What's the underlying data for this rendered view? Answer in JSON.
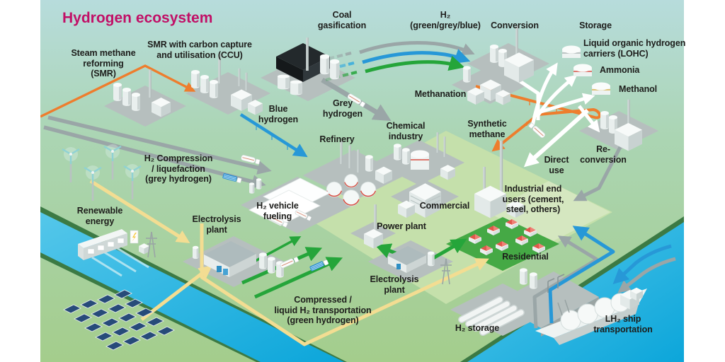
{
  "title": "Hydrogen ecosystem",
  "labels": {
    "smr": "Steam methane\nreforming\n(SMR)",
    "smr_ccu": "SMR with carbon capture\nand utilisation (CCU)",
    "coal": "Coal\ngasification",
    "h2_mix": "H₂\n(green/grey/blue)",
    "conversion": "Conversion",
    "storage": "Storage",
    "lohc": "Liquid organic hydrogen\ncarriers (LOHC)",
    "ammonia": "Ammonia",
    "methanol": "Methanol",
    "methanation": "Methanation",
    "blue_hydrogen": "Blue\nhydrogen",
    "grey_hydrogen": "Grey\nhydrogen",
    "refinery": "Refinery",
    "chemical": "Chemical\nindustry",
    "synthetic_methane": "Synthetic\nmethane",
    "h2_compression": "H₂ Compression\n/ liquefaction\n(grey hydrogen)",
    "direct_use": "Direct\nuse",
    "reconversion": "Re-\nconversion",
    "renewable": "Renewable\nenergy",
    "electrolysis_top": "Electrolysis\nplant",
    "h2_fueling": "H₂ vehicle\nfueling",
    "commercial": "Commercial",
    "industrial": "Industrial end\nusers (cement,\nsteel, others)",
    "power_plant": "Power plant",
    "residential": "Residential",
    "electrolysis_bottom": "Electrolysis\nplant",
    "compressed": "Compressed /\nliquid H₂ transportation\n(green hydrogen)",
    "h2_storage": "H₂ storage",
    "lh2_ship": "LH₂ ship\ntransportation"
  },
  "colors": {
    "title": "#c11067",
    "text": "#1d1d1b",
    "arrow_orange": "#ee7d2d",
    "arrow_blue": "#2798d7",
    "arrow_green": "#25a53a",
    "arrow_grey": "#9aa6a7",
    "arrow_yellow": "#f3dd92",
    "arrow_white": "#ffffff",
    "water": "#29b5e4",
    "background_top": "#b7dcdc",
    "background_bottom": "#a4cd8c"
  }
}
